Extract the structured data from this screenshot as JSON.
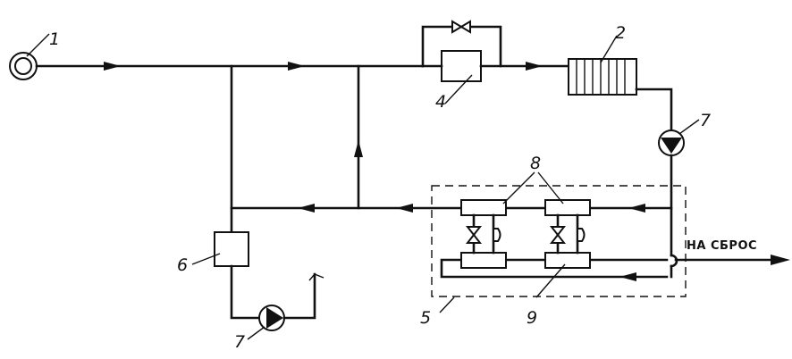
{
  "labels": {
    "n1": "1",
    "n2": "2",
    "n4": "4",
    "n5": "5",
    "n6": "6",
    "n7a": "7",
    "n7b": "7",
    "n8": "8",
    "n9": "9"
  },
  "outlet_caption": "НА СБРОС"
}
